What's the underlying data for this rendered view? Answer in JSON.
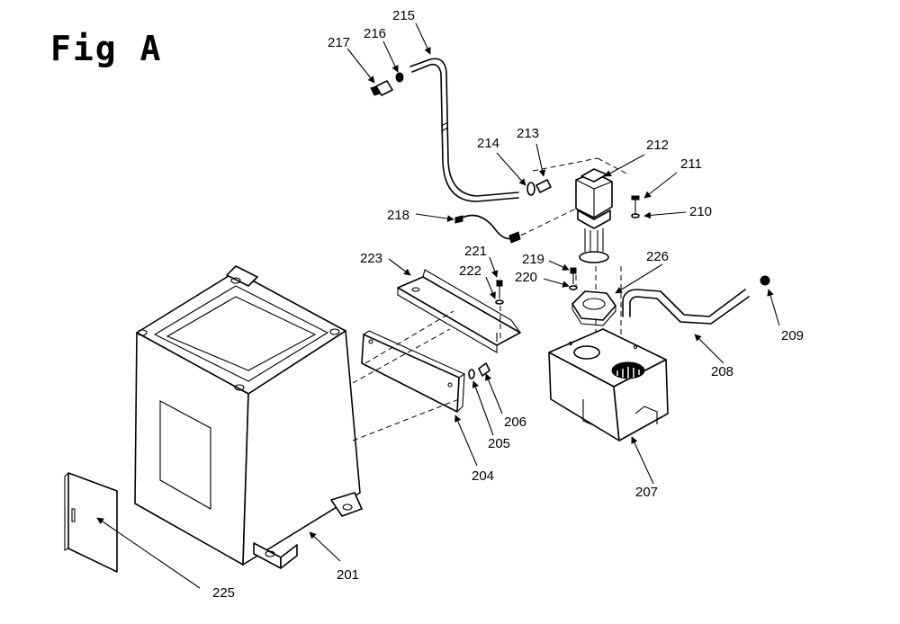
{
  "figure": {
    "title": "Fig A"
  },
  "callouts": {
    "c201": "201",
    "c204": "204",
    "c205": "205",
    "c206": "206",
    "c207": "207",
    "c208": "208",
    "c209": "209",
    "c210": "210",
    "c211": "211",
    "c212": "212",
    "c213": "213",
    "c214": "214",
    "c215": "215",
    "c216": "216",
    "c217": "217",
    "c218": "218",
    "c219": "219",
    "c220": "220",
    "c221": "221",
    "c222": "222",
    "c223": "223",
    "c225": "225",
    "c226": "226"
  }
}
